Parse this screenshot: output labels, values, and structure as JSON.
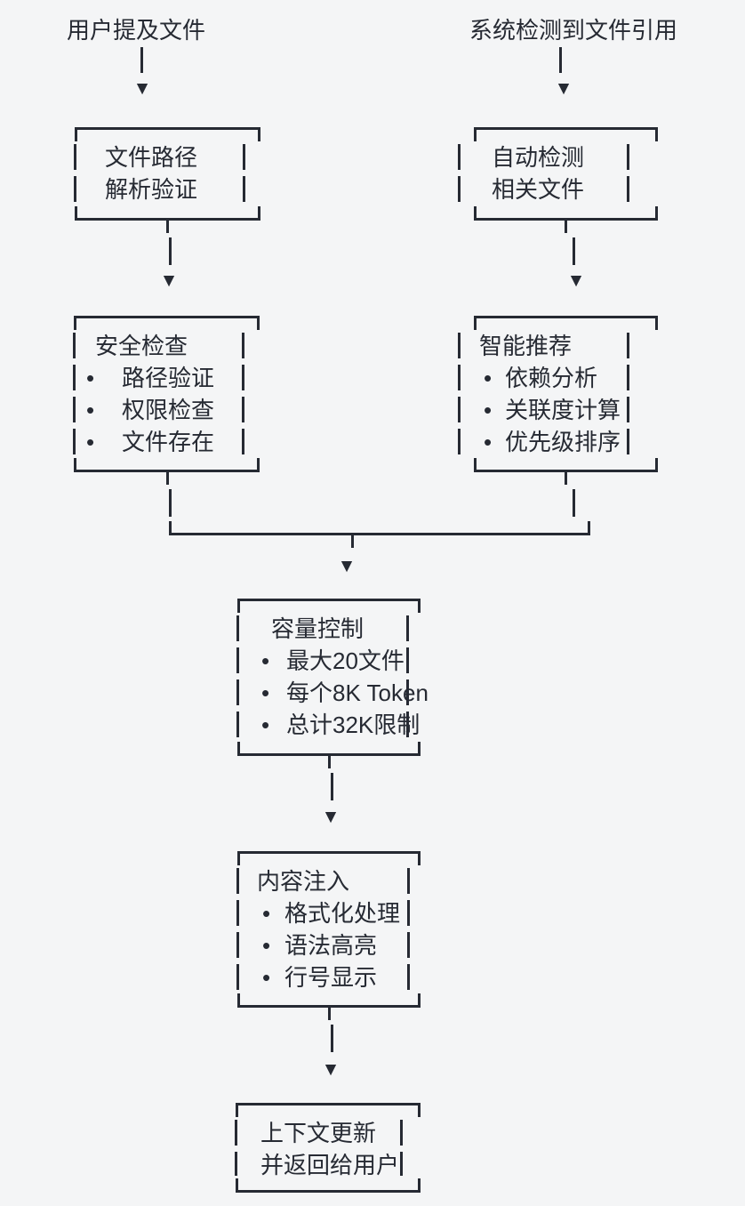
{
  "page": {
    "colors": {
      "ink": "#262a33",
      "background": "#f4f5f6"
    }
  },
  "flow": {
    "icons": {
      "arrow_down": "▼",
      "bullet": "•"
    },
    "labels": {
      "user_mention": "用户提及文件",
      "system_detect": "系统检测到文件引用"
    },
    "nodes": {
      "file_path": {
        "lines": [
          "文件路径",
          "解析验证"
        ]
      },
      "auto_detect": {
        "lines": [
          "自动检测",
          "相关文件"
        ]
      },
      "security": {
        "title": "安全检查",
        "items": [
          "路径验证",
          "权限检查",
          "文件存在"
        ]
      },
      "recommend": {
        "title": "智能推荐",
        "items": [
          "依赖分析",
          "关联度计算",
          "优先级排序"
        ]
      },
      "capacity": {
        "title": "容量控制",
        "items": [
          "最大20文件",
          "每个8K Token",
          "总计32K限制"
        ]
      },
      "inject": {
        "title": "内容注入",
        "items": [
          "格式化处理",
          "语法高亮",
          "行号显示"
        ]
      },
      "output": {
        "lines": [
          "上下文更新",
          "并返回给用户"
        ]
      }
    }
  }
}
